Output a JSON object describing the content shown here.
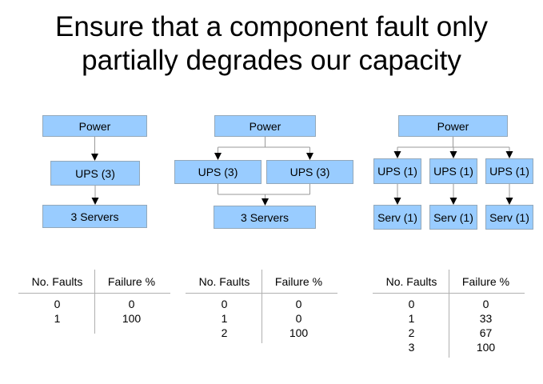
{
  "title": {
    "line1": "Ensure that a component fault only",
    "line2": "partially degrades our capacity"
  },
  "colors": {
    "box_fill": "#99ccff",
    "box_border": "#93a8ba",
    "connector_line": "#999999",
    "arrowhead": "#000000",
    "table_line": "#b0b0b0",
    "text": "#000000"
  },
  "diagrams": [
    {
      "id": "serial-stack",
      "power": "Power",
      "ups": [
        "UPS (3)"
      ],
      "servers": [
        "3 Servers"
      ]
    },
    {
      "id": "redundant-ups",
      "power": "Power",
      "ups": [
        "UPS (3)",
        "UPS (3)"
      ],
      "servers": [
        "3 Servers"
      ]
    },
    {
      "id": "independent-chains",
      "power": "Power",
      "ups": [
        "UPS (1)",
        "UPS (1)",
        "UPS (1)"
      ],
      "servers": [
        "Serv (1)",
        "Serv (1)",
        "Serv (1)"
      ]
    }
  ],
  "tables": [
    {
      "headers": [
        "No. Faults",
        "Failure %"
      ],
      "rows": [
        [
          "0",
          "0"
        ],
        [
          "1",
          "100"
        ]
      ]
    },
    {
      "headers": [
        "No. Faults",
        "Failure %"
      ],
      "rows": [
        [
          "0",
          "0"
        ],
        [
          "1",
          "0"
        ],
        [
          "2",
          "100"
        ]
      ]
    },
    {
      "headers": [
        "No. Faults",
        "Failure %"
      ],
      "rows": [
        [
          "0",
          "0"
        ],
        [
          "1",
          "33"
        ],
        [
          "2",
          "67"
        ],
        [
          "3",
          "100"
        ]
      ]
    }
  ]
}
